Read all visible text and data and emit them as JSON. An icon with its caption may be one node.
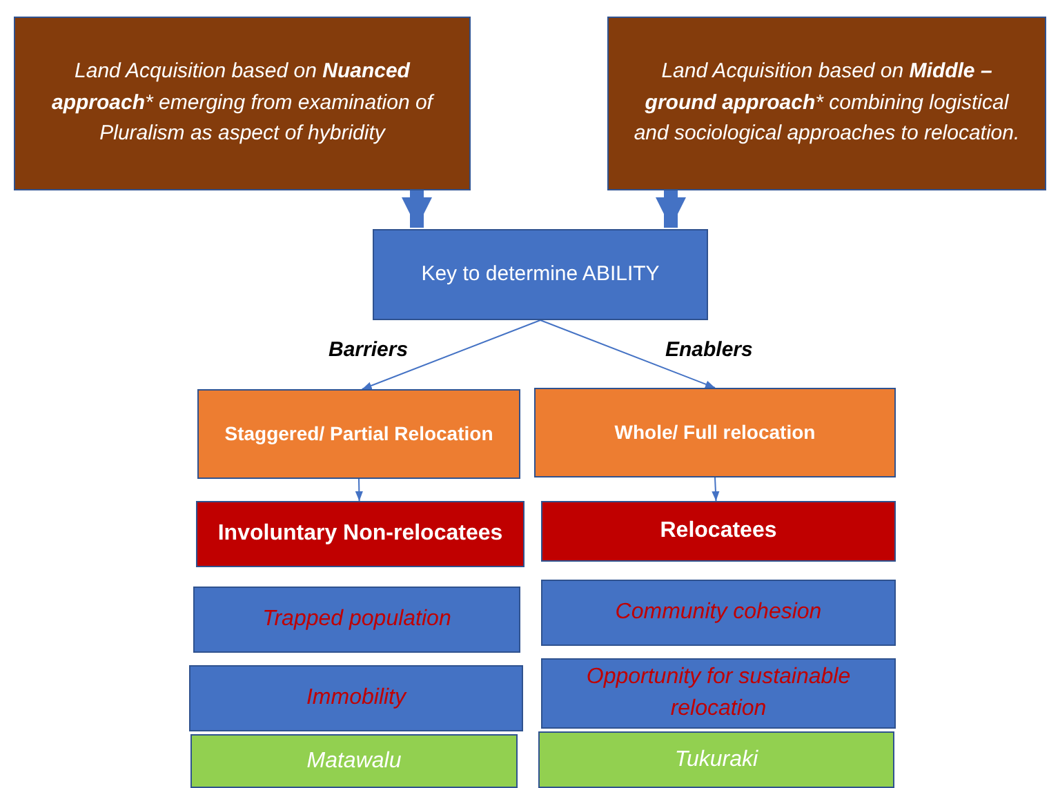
{
  "diagram": {
    "nodes": [
      {
        "text": [
          "Land Acquisition based on **Nuanced approach*** emerging from examination of Pluralism as aspect of hybridity"
        ]
      },
      {
        "text": [
          "Land Acquisition based on **Middle – ground approach*** combining logistical and sociological approaches to relocation."
        ]
      },
      {
        "text": [
          "Key to determine ABILITY"
        ]
      },
      {
        "text": [
          "Staggered/ Partial Relocation"
        ]
      },
      {
        "text": [
          "Whole/ Full relocation"
        ]
      },
      {
        "text": [
          "Involuntary Non-relocatees"
        ]
      },
      {
        "text": [
          "Relocatees"
        ]
      },
      {
        "text": [
          "Trapped population"
        ]
      },
      {
        "text": [
          "Community cohesion"
        ]
      },
      {
        "text": [
          "Immobility"
        ]
      },
      {
        "text": [
          "Opportunity for sustainable relocation"
        ]
      },
      {
        "text": [
          "Matawalu"
        ]
      },
      {
        "text": [
          "Tukuraki"
        ]
      }
    ],
    "edges": [
      {
        "from": 0,
        "to": 2,
        "arrow": "to",
        "style": "thick"
      },
      {
        "from": 1,
        "to": 2,
        "arrow": "to",
        "style": "thick"
      },
      {
        "from": 2,
        "to": 3,
        "arrow": "to",
        "label": "Barriers"
      },
      {
        "from": 2,
        "to": 4,
        "arrow": "to",
        "label": "Enablers"
      },
      {
        "from": 3,
        "to": 5,
        "arrow": "to"
      },
      {
        "from": 4,
        "to": 6,
        "arrow": "to"
      }
    ]
  }
}
